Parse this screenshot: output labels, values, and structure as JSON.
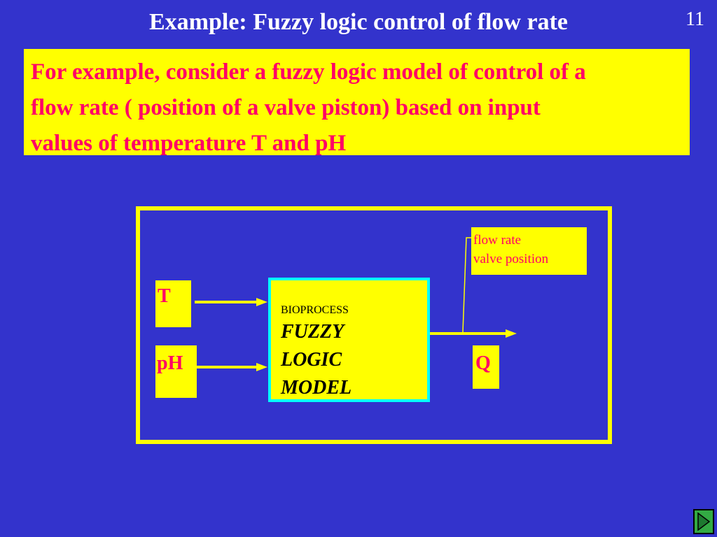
{
  "slide": {
    "title": "Example: Fuzzy logic control of flow rate",
    "number": "11"
  },
  "intro": {
    "line1": "For example, consider a fuzzy logic model of control of a",
    "line2": "flow rate ( position of a valve piston) based on input",
    "line3": "values of temperature T and pH"
  },
  "diagram": {
    "input_t": "T",
    "input_ph": "pH",
    "output_q": "Q",
    "model_subtitle": "BIOPROCESS",
    "model_line1": "FUZZY",
    "model_line2": "LOGIC",
    "model_line3": "MODEL",
    "annotation_line1": "flow rate",
    "annotation_line2": "valve position"
  },
  "colors": {
    "background": "#3333cc",
    "highlight": "#ffff00",
    "text_accent": "#ff0066",
    "model_border": "#00ffff"
  },
  "icons": {
    "nav": "play-triangle-icon"
  }
}
